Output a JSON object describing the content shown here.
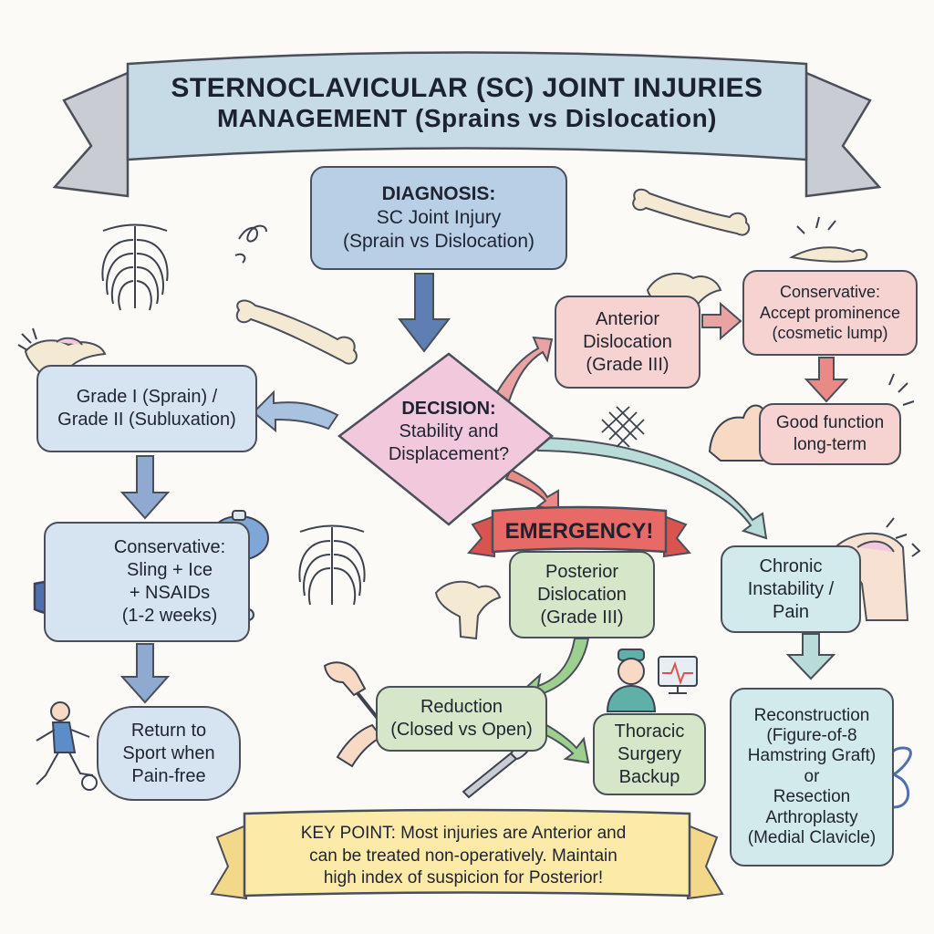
{
  "banner": {
    "title_line1": "STERNOCLAVICULAR (SC) JOINT INJURIES",
    "title_line2": "MANAGEMENT (Sprains vs Dislocation)"
  },
  "nodes": {
    "diagnosis": [
      "DIAGNOSIS:",
      "SC Joint Injury",
      "(Sprain vs Dislocation)"
    ],
    "decision": [
      "DECISION:",
      "Stability and",
      "Displacement?"
    ],
    "grade_1_2": [
      "Grade I (Sprain) /",
      "Grade II (Subluxation)"
    ],
    "conservative_sling": [
      "Conservative:",
      "Sling + Ice",
      "+ NSAIDs",
      "(1-2 weeks)"
    ],
    "return_to_sport": [
      "Return to",
      "Sport when",
      "Pain-free"
    ],
    "anterior_dislocation": [
      "Anterior",
      "Dislocation",
      "(Grade III)"
    ],
    "conservative_accept": [
      "Conservative:",
      "Accept prominence",
      "(cosmetic lump)"
    ],
    "good_function": [
      "Good function",
      "long-term"
    ],
    "emergency": "EMERGENCY!",
    "posterior_dislocation": [
      "Posterior",
      "Dislocation",
      "(Grade III)"
    ],
    "reduction": [
      "Reduction",
      "(Closed vs Open)"
    ],
    "thoracic_backup": [
      "Thoracic",
      "Surgery",
      "Backup"
    ],
    "chronic_instability": [
      "Chronic",
      "Instability /",
      "Pain"
    ],
    "reconstruction": [
      "Reconstruction",
      "(Figure-of-8",
      "Hamstring Graft)",
      "or",
      "Resection",
      "Arthroplasty",
      "(Medial Clavicle)"
    ]
  },
  "key_point": [
    "KEY POINT: Most injuries are Anterior and",
    "can be treated non-operatively. Maintain",
    "high index of suspicion for Posterior!"
  ],
  "icons": [
    "ribcage-icon",
    "bone-icon",
    "shoulder-icon",
    "sling-icon",
    "ice-pack-icon",
    "pill-bottle-icon",
    "runner-icon",
    "flexed-arm-icon",
    "surgeon-icon",
    "monitor-icon",
    "scalpel-icon",
    "hands-reduction-icon",
    "figure-eight-icon",
    "suture-icon",
    "scribble-icon",
    "crosshatch-icon"
  ],
  "colors": {
    "blue": "#d6e4f1",
    "red": "#f6d3d0",
    "green": "#d6e7c9",
    "teal": "#d3eaec",
    "pink": "#f2c8dd",
    "yellow": "#fbeaa8",
    "emergency": "#e86a66"
  }
}
